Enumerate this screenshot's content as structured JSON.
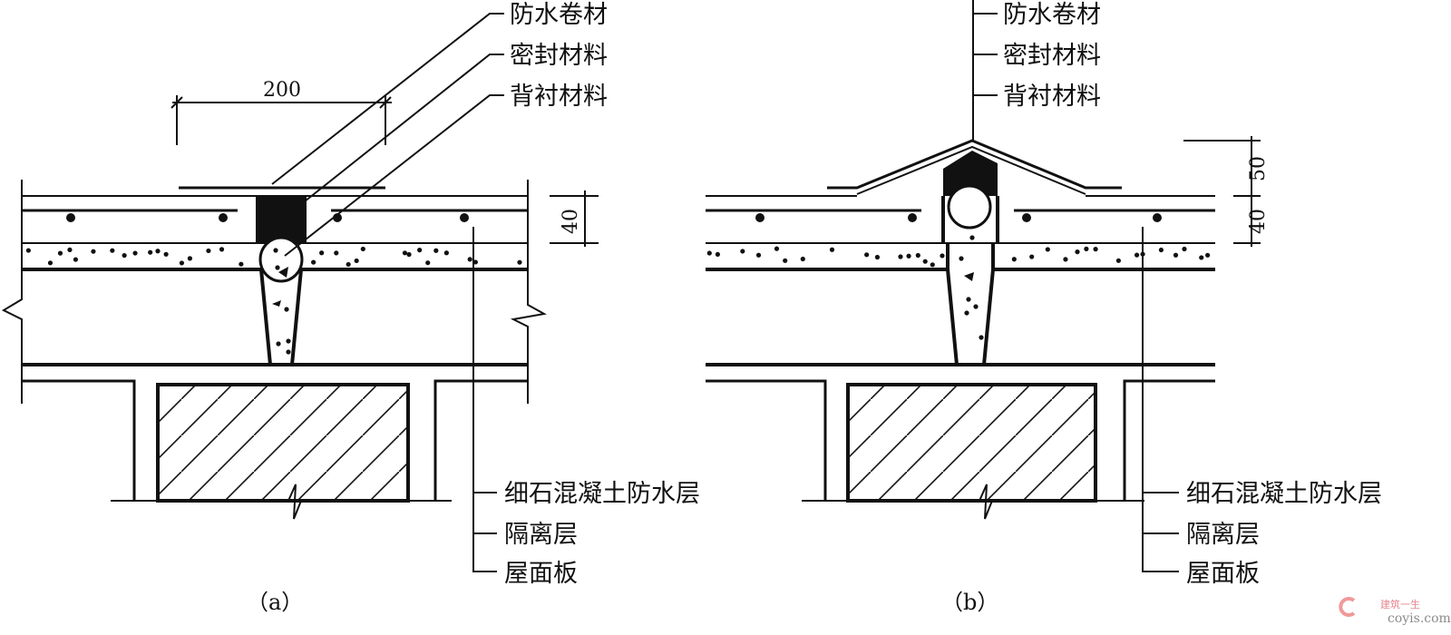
{
  "diagram_a": {
    "caption": "（a）",
    "dimension_width": "200",
    "dimension_depth": "40",
    "top_labels": [
      "防水卷材",
      "密封材料",
      "背衬材料"
    ],
    "bottom_labels": [
      "细石混凝土防水层",
      "隔离层",
      "屋面板"
    ]
  },
  "diagram_b": {
    "caption": "（b）",
    "dimension_rise": "50",
    "dimension_depth": "40",
    "top_labels": [
      "防水卷材",
      "密封材料",
      "背衬材料"
    ],
    "bottom_labels": [
      "细石混凝土防水层",
      "隔离层",
      "屋面板"
    ]
  },
  "watermark": {
    "brand_cn": "建筑一生",
    "site": "coyis.com"
  }
}
